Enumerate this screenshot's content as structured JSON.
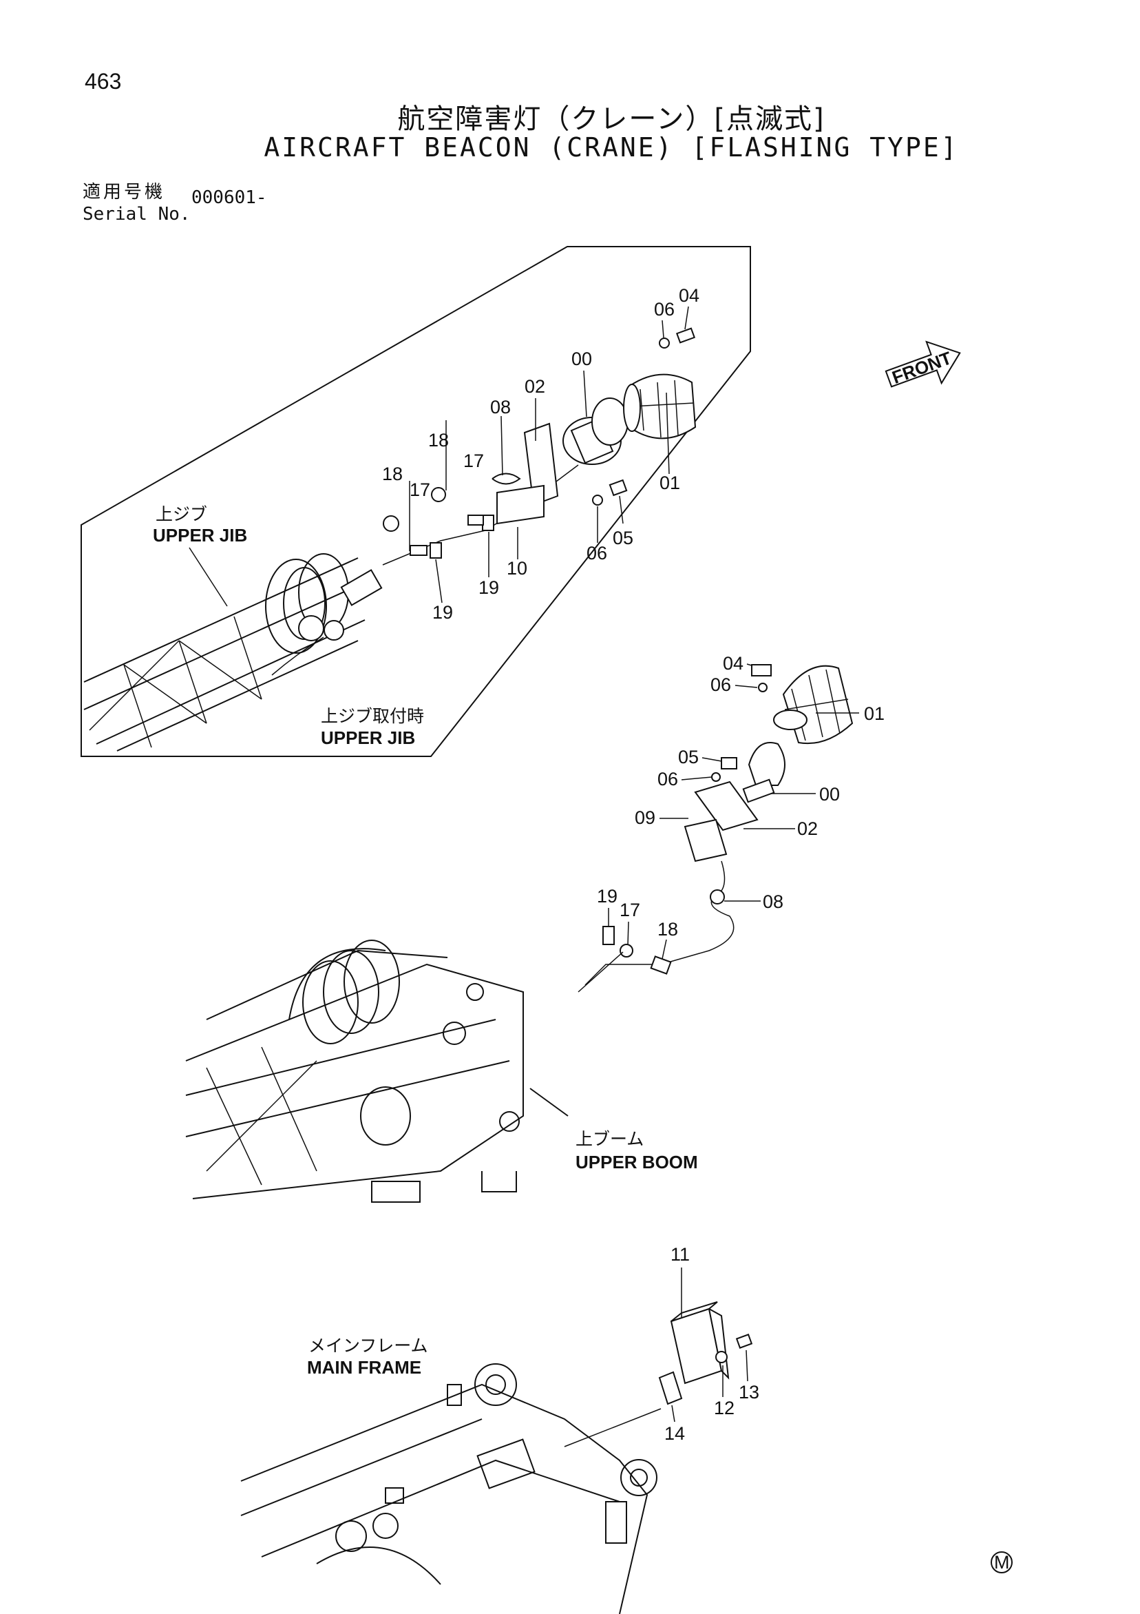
{
  "page_number": "463",
  "title_ja": "航空障害灯（クレーン）[点滅式]",
  "title_en": "AIRCRAFT BEACON (CRANE) [FLASHING TYPE]",
  "serial": {
    "label_ja": "適用号機",
    "label_en": "Serial No.",
    "value": "000601-"
  },
  "front_label": "FRONT",
  "sections": {
    "upper_jib": {
      "label_ja": "上ジブ",
      "label_en": "UPPER JIB"
    },
    "upper_jib_mount": {
      "label_ja": "上ジブ取付時",
      "label_en": "UPPER JIB"
    },
    "upper_boom": {
      "label_ja": "上ブーム",
      "label_en": "UPPER BOOM"
    },
    "main_frame": {
      "label_ja": "メインフレーム",
      "label_en": "MAIN FRAME"
    }
  },
  "callouts": {
    "inset": [
      "00",
      "01",
      "02",
      "04",
      "05",
      "06",
      "06",
      "08",
      "10",
      "17",
      "17",
      "18",
      "18",
      "19",
      "19"
    ],
    "boom": [
      "01",
      "00",
      "02",
      "04",
      "05",
      "06",
      "06",
      "08",
      "09",
      "17",
      "18",
      "19"
    ],
    "frame": [
      "11",
      "12",
      "13",
      "14"
    ]
  },
  "mark": "M"
}
